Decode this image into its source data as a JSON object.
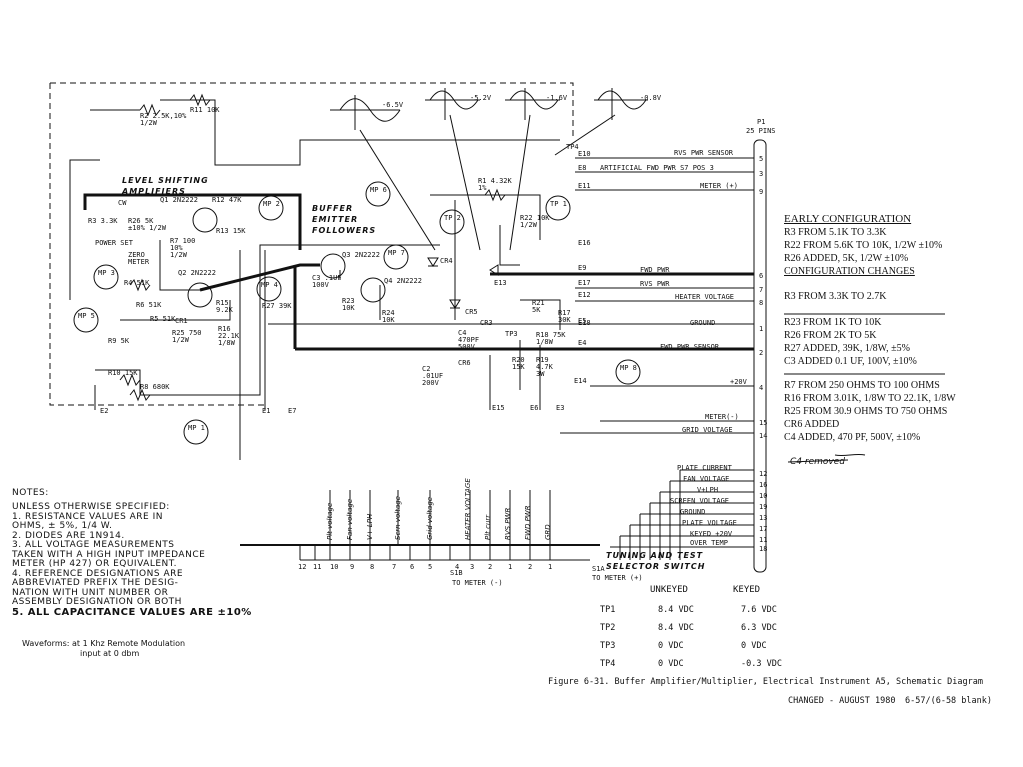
{
  "connector": {
    "id": "P1",
    "pins_label": "25 PINS"
  },
  "sections": {
    "level_shifting": "LEVEL SHIFTING AMPLIFIERS",
    "buffer": "BUFFER EMITTER FOLLOWERS",
    "tuning": "TUNING AND TEST SELECTOR SWITCH"
  },
  "measure_points": [
    "MP 1",
    "MP 2",
    "MP 3",
    "MP 4",
    "MP 5",
    "MP 6",
    "MP 7",
    "MP 8"
  ],
  "test_points": [
    "TP 1",
    "TP 2"
  ],
  "components": {
    "r3": "R3 3.3K",
    "r2": "R2 2.5K,10% 1/2W",
    "r11": "R11 10K",
    "cw": "CW",
    "r26": "R26 5K ±10% 1/2W",
    "r7": "R7 100 10% 1/2W",
    "power_set": "POWER SET",
    "zero_meter": "ZERO METER",
    "q1": "Q1 2N2222",
    "q2": "Q2 2N2222",
    "r13": "R13 15K",
    "r12": "R12 47K",
    "r4": "R4 51K",
    "r6": "R6 51K",
    "r5": "R5 51K",
    "cr1": "CR1",
    "r25": "R25 750 1/2W",
    "r16": "R16 22.1K 1/8W",
    "r15": "R15 9.2K",
    "r27": "R27 39K",
    "r9": "R9 5K",
    "r10": "R10 15K",
    "r8": "R8 680K",
    "c3": "C3 .1UF 100V",
    "q3": "Q3 2N2222",
    "q4": "Q4 2N2222",
    "r23": "R23 10K",
    "r24": "R24 10K",
    "cr4": "CR4",
    "cr5": "CR5",
    "cr6": "CR6",
    "r1": "R1 4.32K 1%",
    "r22": "R22 10K 1/2W",
    "r21": "R21 5K",
    "c4": "C4 470PF 500V",
    "c2": "C2 .01UF 200V",
    "cr3": "CR3",
    "r18": "R18 75K 1/8W",
    "r20": "R20 15K",
    "r19": "R19 4.7K 3W",
    "r17": "R17 30K"
  },
  "waveform_labels": [
    "-6.5V",
    "-5.2V",
    "-1.6V",
    "-0.8V"
  ],
  "edge_labels": [
    "E10",
    "E8",
    "E11",
    "E16",
    "E9",
    "E17",
    "E12",
    "E5",
    "E4",
    "E14",
    "E1",
    "E7",
    "E15",
    "E6",
    "E3",
    "E2",
    "E13",
    "TP4",
    "TP3",
    "E18",
    "S1A",
    "S1B"
  ],
  "signals": [
    {
      "label": "RVS PWR SENSOR",
      "pin": "5"
    },
    {
      "label": "ARTIFICIAL FWD PWR  S7 POS 3",
      "pin": "3"
    },
    {
      "label": "METER (+)",
      "pin": "9"
    },
    {
      "label": "FWD PWR",
      "pin": "6"
    },
    {
      "label": "RVS PWR",
      "pin": "7"
    },
    {
      "label": "HEATER VOLTAGE",
      "pin": "8"
    },
    {
      "label": "GROUND",
      "pin": "1"
    },
    {
      "label": "FWD PWR SENSOR",
      "pin": "2"
    },
    {
      "label": "+20V",
      "pin": "4"
    },
    {
      "label": "METER(-)",
      "pin": "15"
    },
    {
      "label": "GRID VOLTAGE",
      "pin": "14"
    },
    {
      "label": "PLATE CURRENT",
      "pin": "12"
    },
    {
      "label": "FAN VOLTAGE",
      "pin": "16"
    },
    {
      "label": "V+LPH",
      "pin": "10"
    },
    {
      "label": "SCREEN VOLTAGE",
      "pin": "19"
    },
    {
      "label": "GROUND",
      "pin": "13"
    },
    {
      "label": "PLATE VOLTAGE",
      "pin": "17"
    },
    {
      "label": "KEYED +20V",
      "pin": "11"
    },
    {
      "label": "OVER TEMP",
      "pin": "18"
    }
  ],
  "switch": {
    "positions": [
      "12",
      "11",
      "10",
      "9",
      "8",
      "7",
      "6",
      "5",
      "4",
      "3",
      "2",
      "1",
      "2",
      "1"
    ],
    "labels": [
      "Plt voltage",
      "Fan voltage",
      "V+ LPH",
      "Scrn voltage",
      "Grid voltage",
      "HEATER VOLTAGE",
      "Plt curr",
      "RVS PWR",
      "FWD PWR",
      "GRD"
    ],
    "to_meter_neg": "TO METER (-)",
    "to_meter_pos": "TO METER (+)"
  },
  "config_box": {
    "early_title": "EARLY CONFIGURATION",
    "early": [
      "R3 FROM 5.1K TO 3.3K",
      "R22 FROM 5.6K TO 10K, 1/2W ±10%",
      "R26 ADDED, 5K, 1/2W ±10%"
    ],
    "changes_title": "CONFIGURATION CHANGES",
    "changes1": [
      "R3 FROM 3.3K TO 2.7K"
    ],
    "changes2": [
      "R23 FROM 1K TO 10K",
      "R26 FROM 2K TO 5K",
      "R27 ADDED, 39K, 1/8W, ±5%",
      "C3 ADDED 0.1 UF, 100V, ±10%"
    ],
    "changes3": [
      "R7 FROM 250 OHMS TO 100 OHMS",
      "R16 FROM 3.01K, 1/8W TO 22.1K, 1/8W",
      "R25 FROM 30.9 OHMS TO 750 OHMS",
      "CR6 ADDED",
      "C4 ADDED, 470 PF, 500V, ±10%"
    ],
    "handwritten": "C4  removed"
  },
  "notes": {
    "title": "NOTES:",
    "lines": [
      "UNLESS OTHERWISE SPECIFIED:",
      "1.  RESISTANCE VALUES ARE IN",
      "OHMS, ± 5%, 1/4 W.",
      "2.  DIODES ARE 1N914.",
      "3.  ALL VOLTAGE MEASUREMENTS",
      "TAKEN WITH A HIGH INPUT IMPEDANCE",
      "METER (HP 427) OR EQUIVALENT.",
      "4.  REFERENCE DESIGNATIONS ARE",
      "ABBREVIATED PREFIX THE DESIG-",
      "NATION WITH UNIT NUMBER OR",
      "ASSEMBLY DESIGNATION OR BOTH",
      "5.  ALL CAPACITANCE VALUES ARE ±10%"
    ],
    "waveforms1": "Waveforms: at 1 Khz Remote Modulation",
    "waveforms2": "input at 0 dbm"
  },
  "tp_table": {
    "headers": [
      "",
      "UNKEYED",
      "KEYED"
    ],
    "rows": [
      [
        "TP1",
        "8.4 VDC",
        "7.6 VDC"
      ],
      [
        "TP2",
        "8.4 VDC",
        "6.3 VDC"
      ],
      [
        "TP3",
        "0 VDC",
        "0 VDC"
      ],
      [
        "TP4",
        "0 VDC",
        "-0.3 VDC"
      ]
    ]
  },
  "caption": "Figure 6-31.  Buffer Amplifier/Multiplier, Electrical Instrument A5, Schematic Diagram",
  "changed": "CHANGED - AUGUST 1980",
  "page": "6-57/(6-58 blank)"
}
